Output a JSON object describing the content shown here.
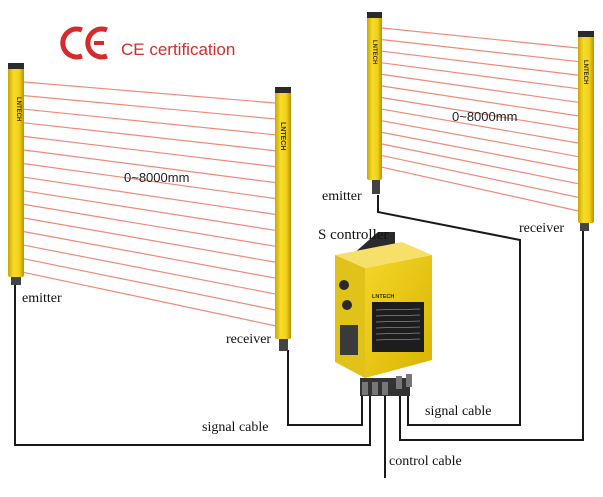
{
  "certification": {
    "mark": "CE",
    "text": "CE certification",
    "color": "#d72b2b"
  },
  "brand": "LNTECH",
  "left_system": {
    "range": "0~8000mm",
    "emitter_label": "emitter",
    "receiver_label": "receiver"
  },
  "right_system": {
    "range": "0~8000mm",
    "emitter_label": "emitter",
    "receiver_label": "receiver"
  },
  "controller": {
    "title": "S controller",
    "brand": "LNTECH"
  },
  "cables": {
    "signal_left": "signal cable",
    "signal_right": "signal cable",
    "control": "control cable"
  },
  "colors": {
    "bar_yellow": "#f2d21a",
    "beam_red": "#f08a7a",
    "cable": "#1a1a1a"
  }
}
